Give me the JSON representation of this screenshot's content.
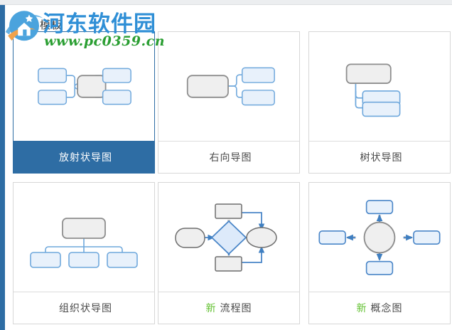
{
  "window": {
    "accent_color": "#2e6da4",
    "background": "#ffffff"
  },
  "section": {
    "title": "空白模板"
  },
  "templates": [
    {
      "id": "radial-map",
      "label": "放射状导图",
      "is_new": false,
      "new_badge": "",
      "selected": true,
      "thumb_kind": "radial"
    },
    {
      "id": "right-map",
      "label": "右向导图",
      "is_new": false,
      "new_badge": "",
      "selected": false,
      "thumb_kind": "right"
    },
    {
      "id": "tree-map",
      "label": "树状导图",
      "is_new": false,
      "new_badge": "",
      "selected": false,
      "thumb_kind": "tree"
    },
    {
      "id": "org-map",
      "label": "组织状导图",
      "is_new": false,
      "new_badge": "",
      "selected": false,
      "thumb_kind": "org"
    },
    {
      "id": "flowchart",
      "label": "流程图",
      "is_new": true,
      "new_badge": "新",
      "selected": false,
      "thumb_kind": "flowchart"
    },
    {
      "id": "concept-map",
      "label": "概念图",
      "is_new": true,
      "new_badge": "新",
      "selected": false,
      "thumb_kind": "concept"
    }
  ],
  "watermark": {
    "site_name": "河东软件园",
    "site_url": "www.pc0359.cn",
    "title_color": "#2f8fd6",
    "url_color": "#2a9e32"
  },
  "palette": {
    "node_blue_fill": "#e8f1fb",
    "node_blue_stroke": "#6fa8dc",
    "node_gray_fill": "#efefef",
    "node_gray_stroke": "#8e8e8e",
    "connector_blue": "#4a86c8",
    "connector_gray": "#c9c9c9",
    "card_border": "#d7d7d7",
    "selected_blue": "#2e6da4",
    "new_green": "#63c132"
  }
}
